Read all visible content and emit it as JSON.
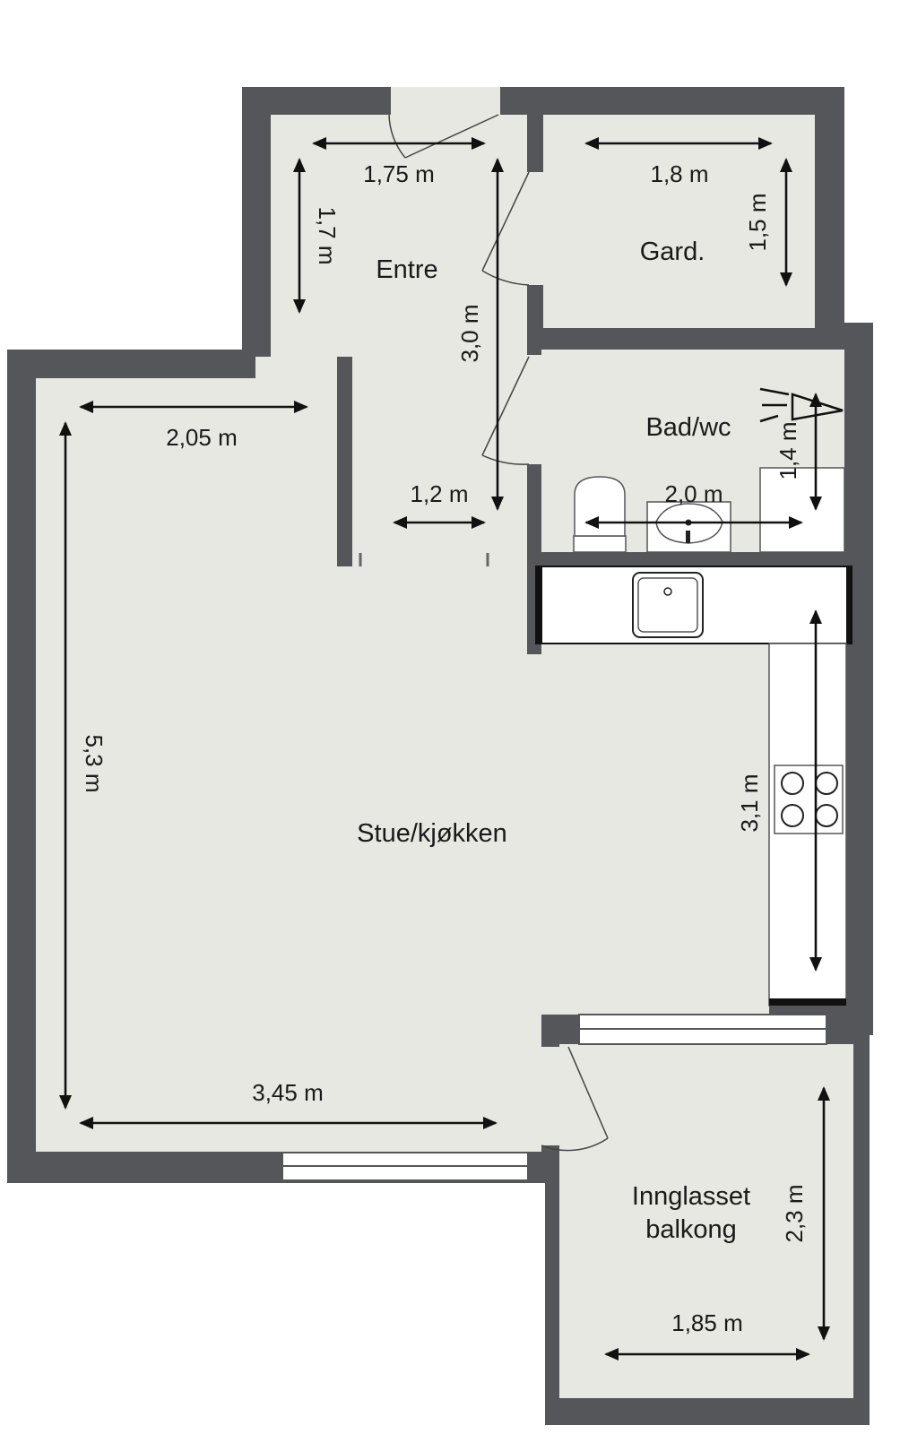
{
  "colors": {
    "wall": "#555659",
    "floor": "#e6e8e1",
    "background": "#ffffff",
    "fixture": "#ffffff",
    "text": "#1a1a1a"
  },
  "rooms": {
    "entre": "Entre",
    "gard": "Gard.",
    "bad": "Bad/wc",
    "stue": "Stue/kjøkken",
    "balkong_line1": "Innglasset",
    "balkong_line2": "balkong"
  },
  "dimensions": {
    "entre_width": "1,75 m",
    "entre_depth": "1,7 m",
    "entre_length": "3,0 m",
    "entre_passage": "1,2 m",
    "gard_width": "1,8 m",
    "gard_depth": "1,5 m",
    "bad_width": "2,0 m",
    "bad_depth": "1,4 m",
    "stue_top_width": "2,05 m",
    "stue_length": "5,3 m",
    "stue_bottom_width": "3,45 m",
    "kitchen_length": "3,1 m",
    "balkong_width": "1,85 m",
    "balkong_depth": "2,3 m"
  }
}
